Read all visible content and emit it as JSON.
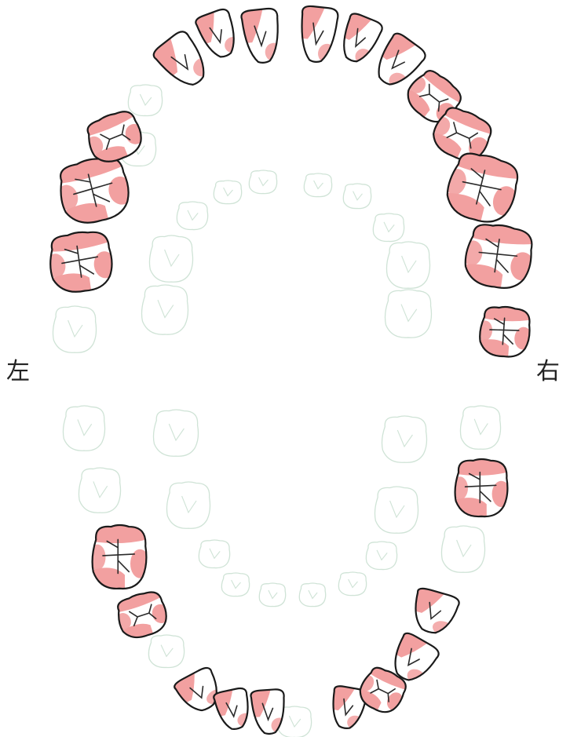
{
  "labels": {
    "left": "左",
    "right": "右"
  },
  "colors": {
    "affected_fill": "#f2a0a0",
    "enamel_fill": "#ffffff",
    "outline": "#1a1a1a",
    "faded_outline": "#cfe3d6",
    "fissure": "#2a2a2a"
  },
  "teeth": {
    "upper_outer": [
      {
        "id": "upper-left-molar-1",
        "shape": "molar",
        "affected": true
      },
      {
        "id": "upper-left-molar-2",
        "shape": "molar",
        "affected": true
      },
      {
        "id": "upper-left-premolar-1",
        "shape": "premolar",
        "affected": true
      },
      {
        "id": "upper-left-canine",
        "shape": "canine",
        "affected": true
      },
      {
        "id": "upper-left-lateral",
        "shape": "incisor",
        "affected": true
      },
      {
        "id": "upper-left-central",
        "shape": "incisor",
        "affected": true
      },
      {
        "id": "upper-right-central",
        "shape": "incisor",
        "affected": true
      },
      {
        "id": "upper-right-lateral",
        "shape": "incisor",
        "affected": true
      },
      {
        "id": "upper-right-canine",
        "shape": "canine",
        "affected": true
      },
      {
        "id": "upper-right-premolar-1",
        "shape": "premolar",
        "affected": true
      },
      {
        "id": "upper-right-premolar-2",
        "shape": "premolar",
        "affected": true
      },
      {
        "id": "upper-right-molar-1",
        "shape": "molar",
        "affected": true
      },
      {
        "id": "upper-right-molar-2",
        "shape": "molar",
        "affected": true
      },
      {
        "id": "upper-right-molar-3",
        "shape": "molar",
        "affected": true
      }
    ],
    "lower_outer": [
      {
        "id": "lower-right-molar-1",
        "shape": "molar",
        "affected": true
      },
      {
        "id": "lower-left-molar-1",
        "shape": "molar",
        "affected": true
      },
      {
        "id": "lower-left-premolar-1",
        "shape": "premolar",
        "affected": true
      },
      {
        "id": "lower-left-canine",
        "shape": "canine",
        "affected": true
      },
      {
        "id": "lower-left-lateral",
        "shape": "incisor",
        "affected": true
      },
      {
        "id": "lower-left-central",
        "shape": "incisor",
        "affected": true
      },
      {
        "id": "lower-right-central",
        "shape": "incisor",
        "affected": true
      },
      {
        "id": "lower-right-lateral",
        "shape": "incisor",
        "affected": true
      },
      {
        "id": "lower-right-canine",
        "shape": "canine",
        "affected": true
      },
      {
        "id": "lower-right-premolar-1",
        "shape": "premolar",
        "affected": true
      }
    ]
  }
}
